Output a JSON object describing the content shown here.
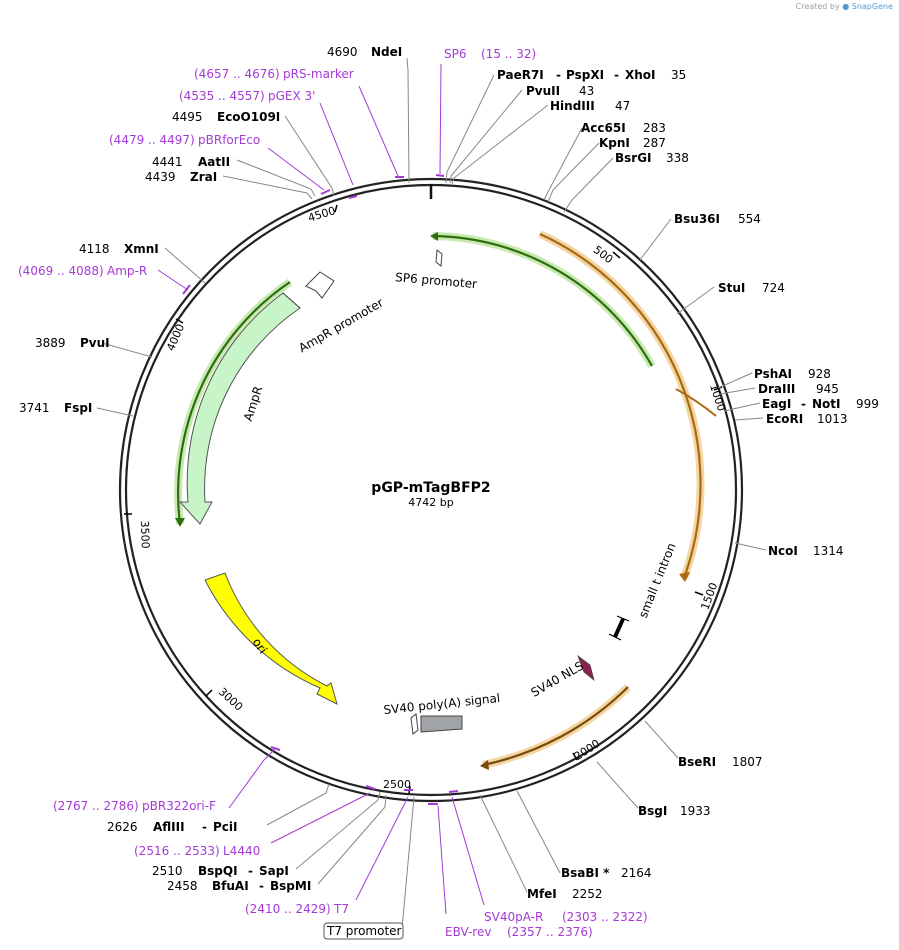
{
  "credit": {
    "prefix": "Created by",
    "brand": "SnapGene"
  },
  "plasmid": {
    "name": "pGP-mTagBFP2",
    "length_label": "4742 bp",
    "length": 4742
  },
  "tick_labels": [
    "500",
    "1000",
    "1500",
    "2000",
    "2500",
    "3000",
    "3500",
    "4000",
    "4500"
  ],
  "colors": {
    "backbone": "#222222",
    "enzyme_line": "#888888",
    "primer": "#a43ad6",
    "cds_orange": "#e0a040",
    "cds_green": "#7cc460",
    "ori": "#ffff00",
    "ampr": "#c8f5c8",
    "polyA": "#a0a4a8",
    "nls": "#8b2252"
  },
  "enzymes": [
    {
      "name": "NdeI",
      "pos": "4690",
      "icon": null
    },
    {
      "name": "PaeR7I",
      "name2": "PspXI",
      "name3": "XhoI",
      "pos": "35"
    },
    {
      "name": "PvuII",
      "pos": "43"
    },
    {
      "name": "HindIII",
      "pos": "47"
    },
    {
      "name": "Acc65I",
      "pos": "283"
    },
    {
      "name": "KpnI",
      "pos": "287"
    },
    {
      "name": "BsrGI",
      "pos": "338"
    },
    {
      "name": "Bsu36I",
      "pos": "554"
    },
    {
      "name": "StuI",
      "pos": "724"
    },
    {
      "name": "PshAI",
      "pos": "928"
    },
    {
      "name": "DraIII",
      "pos": "945"
    },
    {
      "name": "EagI",
      "name2": "NotI",
      "pos": "999"
    },
    {
      "name": "EcoRI",
      "pos": "1013"
    },
    {
      "name": "NcoI",
      "pos": "1314"
    },
    {
      "name": "BseRI",
      "pos": "1807"
    },
    {
      "name": "BsgI",
      "pos": "1933"
    },
    {
      "name": "BsaBI *",
      "pos": "2164"
    },
    {
      "name": "MfeI",
      "pos": "2252"
    },
    {
      "name": "BfuAI",
      "name2": "BspMI",
      "pos": "2458"
    },
    {
      "name": "BspQI",
      "name2": "SapI",
      "pos": "2510"
    },
    {
      "name": "AflIII",
      "name2": "PciI",
      "pos": "2626"
    },
    {
      "name": "FspI",
      "pos": "3741"
    },
    {
      "name": "PvuI",
      "pos": "3889"
    },
    {
      "name": "XmnI",
      "pos": "4118"
    },
    {
      "name": "ZraI",
      "pos": "4439"
    },
    {
      "name": "AatII",
      "pos": "4441"
    },
    {
      "name": "EcoO109I",
      "pos": "4495"
    }
  ],
  "primers": [
    {
      "name": "SP6",
      "range": "(15 .. 32)"
    },
    {
      "name": "pRS-marker",
      "range": "(4657 .. 4676)"
    },
    {
      "name": "pGEX 3'",
      "range": "(4535 .. 4557)"
    },
    {
      "name": "pBRforEco",
      "range": "(4479 .. 4497)"
    },
    {
      "name": "Amp-R",
      "range": "(4069 .. 4088)"
    },
    {
      "name": "pBR322ori-F",
      "range": "(2767 .. 2786)"
    },
    {
      "name": "L4440",
      "range": "(2516 .. 2533)"
    },
    {
      "name": "T7",
      "range": "(2410 .. 2429)"
    },
    {
      "name": "SV40pA-R",
      "range": "(2303 .. 2322)"
    },
    {
      "name": "EBV-rev",
      "range": "(2357 .. 2376)"
    }
  ],
  "features": {
    "sp6_promoter": "SP6 promoter",
    "ampr_promoter": "AmpR promoter",
    "ampr": "AmpR",
    "ori": "ori",
    "sv40_polya": "SV40 poly(A) signal",
    "sv40_nls": "SV40 NLS",
    "small_t_intron": "small t intron",
    "t7_promoter": "T7 promoter"
  }
}
